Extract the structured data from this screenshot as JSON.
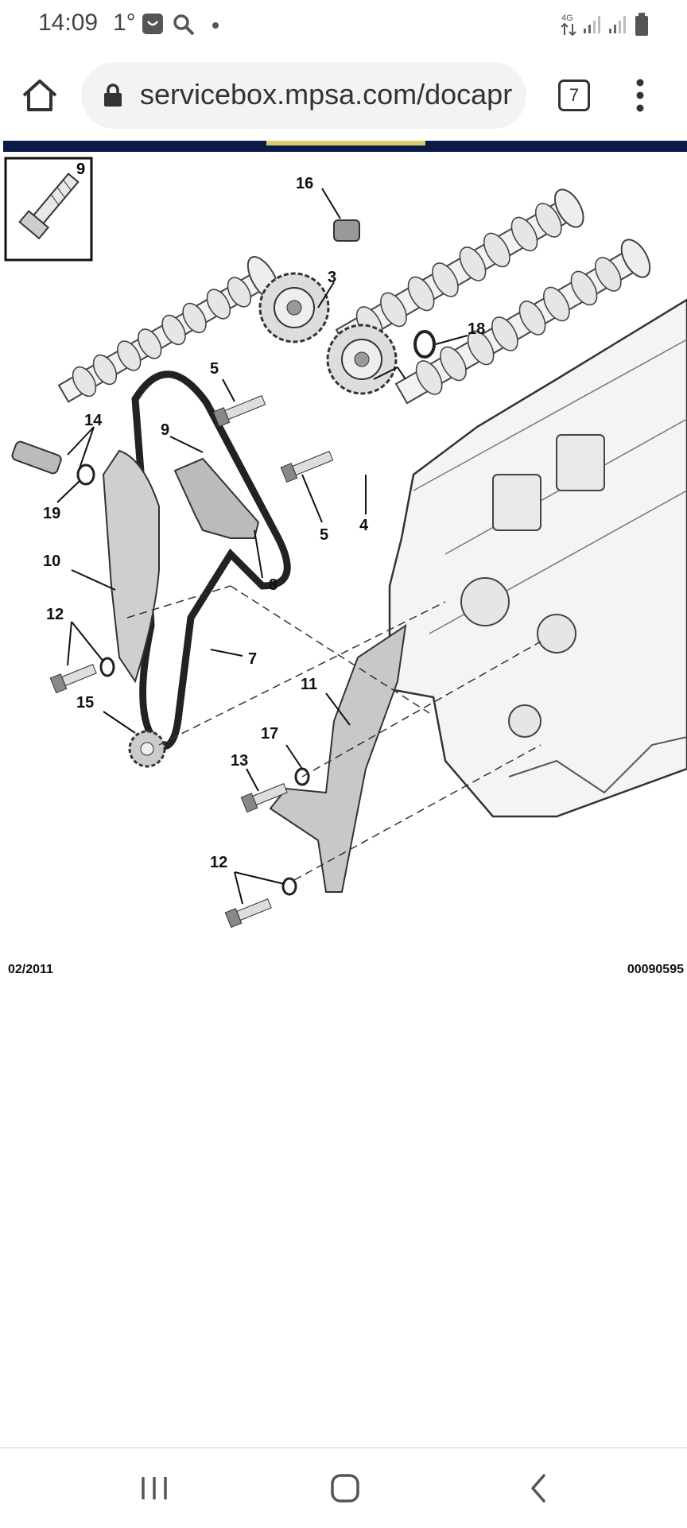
{
  "status_bar": {
    "time": "14:09",
    "temperature": "1°",
    "network": "4G",
    "icons": [
      "notification-app-icon",
      "search-icon",
      "dot-icon",
      "4g-data-icon",
      "signal-icon",
      "signal-icon",
      "battery-icon"
    ]
  },
  "browser": {
    "url": "servicebox.mpsa.com/docapr",
    "tab_count": "7",
    "icons": [
      "home-icon",
      "lock-icon",
      "tabs-icon",
      "more-vert-icon"
    ]
  },
  "diagram": {
    "inset_label": "9",
    "part_labels": [
      "16",
      "3",
      "18",
      "5",
      "14",
      "9",
      "19",
      "10",
      "8",
      "5",
      "4",
      "12",
      "7",
      "11",
      "15",
      "17",
      "13",
      "12"
    ],
    "date": "02/2011",
    "reference": "00090595"
  },
  "nav_bar": {
    "icons": [
      "recents-icon",
      "home-nav-icon",
      "back-icon"
    ]
  }
}
